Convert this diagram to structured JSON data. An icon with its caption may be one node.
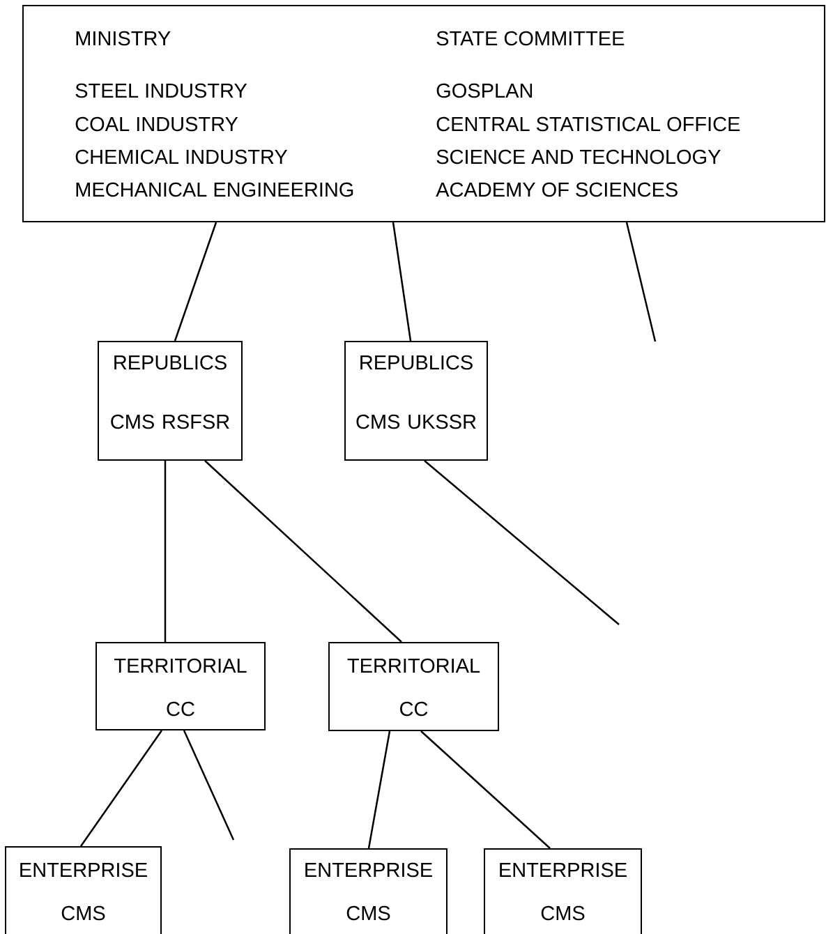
{
  "diagram": {
    "nodes": [
      {
        "text": [
          "MINISTRY",
          "STEEL INDUSTRY",
          "COAL INDUSTRY",
          "CHEMICAL INDUSTRY",
          "MECHANICAL ENGINEERING",
          "STATE COMMITTEE",
          "GOSPLAN",
          "CENTRAL STATISTICAL OFFICE",
          "SCIENCE AND TECHNOLOGY",
          "ACADEMY OF SCIENCES"
        ]
      },
      {
        "text": [
          "REPUBLICS",
          "CMS RSFSR"
        ]
      },
      {
        "text": [
          "REPUBLICS",
          "CMS UKSSR"
        ]
      },
      {
        "text": [
          "TERRITORIAL",
          "CC"
        ]
      },
      {
        "text": [
          "TERRITORIAL",
          "CC"
        ]
      },
      {
        "text": [
          "ENTERPRISE",
          "CMS"
        ]
      },
      {
        "text": [
          "ENTERPRISE",
          "CMS"
        ]
      },
      {
        "text": [
          "ENTERPRISE",
          "CMS"
        ]
      }
    ],
    "edges": [
      {
        "from": 0,
        "to": 1,
        "arrow": "none"
      },
      {
        "from": 0,
        "to": 2,
        "arrow": "none"
      },
      {
        "from": 0,
        "to": null,
        "arrow": "none"
      },
      {
        "from": 1,
        "to": 3,
        "arrow": "none"
      },
      {
        "from": 1,
        "to": 4,
        "arrow": "none"
      },
      {
        "from": 2,
        "to": null,
        "arrow": "none"
      },
      {
        "from": 3,
        "to": 5,
        "arrow": "none"
      },
      {
        "from": 3,
        "to": null,
        "arrow": "none"
      },
      {
        "from": 4,
        "to": 6,
        "arrow": "none"
      },
      {
        "from": 4,
        "to": 7,
        "arrow": "none"
      }
    ]
  }
}
